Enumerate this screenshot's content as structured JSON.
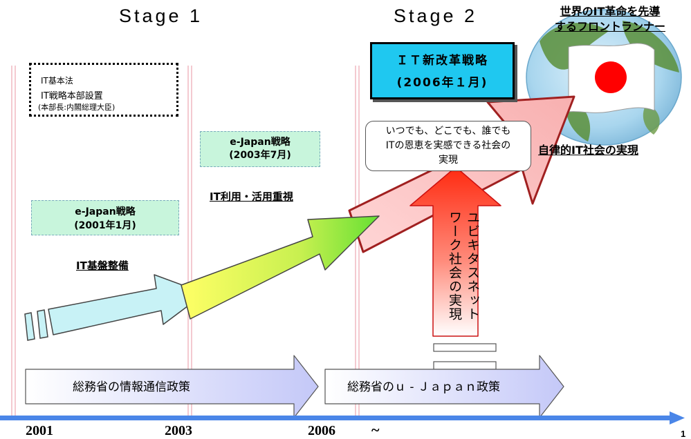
{
  "stages": {
    "stage1": "Stage 1",
    "stage2": "Stage 2"
  },
  "top_right": {
    "line1": "世界のIT革命を先導",
    "line2": "するフロントランナー",
    "bottom": "自律的IT社会の実現"
  },
  "dotted_box": {
    "line1": "IT基本法",
    "line2": "IT戦略本部設置",
    "line3": "(本部長:内閣総理大臣)"
  },
  "ejapan_2001": {
    "line1": "e-Japan戦略",
    "line2": "(2001年1月)"
  },
  "ejapan_2003": {
    "line1": "e-Japan戦略",
    "line2": "(2003年7月)"
  },
  "it_new_reform": {
    "line1": "ＩＴ新改革戦略",
    "line2": "(2006年１月)"
  },
  "labels": {
    "it_infra": "IT基盤整備",
    "it_use": "IT利用・活用重視"
  },
  "speech_bubble": {
    "line1": "いつでも、どこでも、誰でも",
    "line2": "ITの恩恵を実感できる社会の",
    "line3": "実現"
  },
  "ubiquitous": {
    "col1": "ユビキタスネット",
    "col2": "ワーク社会の実現"
  },
  "policy_arrows": {
    "mic_ict": "総務省の情報通信政策",
    "mic_ujapan": "総務省のｕ - Ｊａｐａｎ政策"
  },
  "timeline": {
    "y2001": "2001",
    "y2003": "2003",
    "y2006": "2006",
    "tilde": "~"
  },
  "page_number": "1",
  "colors": {
    "cyan_box": "#1fc8f0",
    "green_box": "#c8f5dc",
    "timeline": "#4a86e8",
    "policy_arrow": "#ccd0f8"
  }
}
